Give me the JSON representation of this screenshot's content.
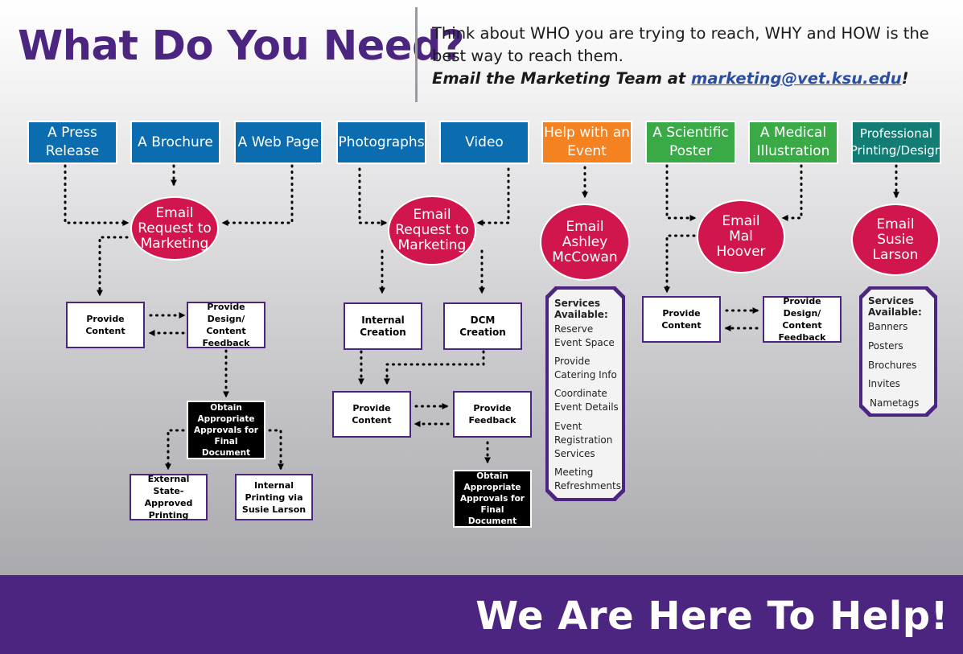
{
  "header": {
    "title": "What Do You Need?",
    "intro_line1": "Think about WHO you are trying to reach, WHY and HOW is the best way to reach them.",
    "email_prefix": "Email the Marketing Team at ",
    "email_address": "marketing@vet.ksu.edu",
    "email_suffix": "!"
  },
  "needs": [
    {
      "label": "A Press Release",
      "color": "#0b6db0"
    },
    {
      "label": "A Brochure",
      "color": "#0b6db0"
    },
    {
      "label": "A Web Page",
      "color": "#0b6db0"
    },
    {
      "label": "Photographs",
      "color": "#0b6db0"
    },
    {
      "label": "Video",
      "color": "#0b6db0"
    },
    {
      "label": "Help with an Event",
      "color": "#f58220"
    },
    {
      "label": "A Scientific Poster",
      "color": "#3aaa47"
    },
    {
      "label": "A Medical Illustration",
      "color": "#3aaa47"
    },
    {
      "label": "Professional Printing/Design",
      "color": "#127d74"
    }
  ],
  "contacts": [
    {
      "label": "Email Request to Marketing"
    },
    {
      "label": "Email Request to Marketing"
    },
    {
      "label": "Email Ashley McCowan"
    },
    {
      "label": "Email Mal Hoover"
    },
    {
      "label": "Email Susie Larson"
    }
  ],
  "steps": {
    "group1": {
      "provide_content": "Provide Content",
      "provide_design": "Provide Design/ Content Feedback",
      "obtain_approvals": "Obtain Appropriate Approvals for Final Document",
      "external_printing": "External State-Approved Printing",
      "internal_printing": "Internal Printing via Susie Larson"
    },
    "group2": {
      "internal_creation": "Internal Creation",
      "dcm_creation": "DCM Creation",
      "provide_content": "Provide Content",
      "provide_feedback": "Provide Feedback",
      "obtain_approvals": "Obtain Appropriate Approvals for Final Document"
    },
    "group3": {
      "provide_content": "Provide Content",
      "provide_design": "Provide Design/ Content Feedback"
    }
  },
  "event_services": {
    "heading": "Services Available:",
    "items": [
      "Reserve Event Space",
      "Provide Catering Info",
      "Coordinate Event Details",
      "Event Registration Services",
      "Meeting Refreshments"
    ]
  },
  "printing_services": {
    "heading": "Services Available:",
    "items": [
      "Banners",
      "Posters",
      "Brochures",
      "Invites",
      "Nametags"
    ]
  },
  "footer": {
    "tagline": "We Are Here To Help!"
  },
  "colors": {
    "purple": "#4b2580",
    "blue": "#0b6db0",
    "orange": "#f58220",
    "green": "#3aaa47",
    "teal": "#127d74",
    "crimson": "#d0164c"
  }
}
